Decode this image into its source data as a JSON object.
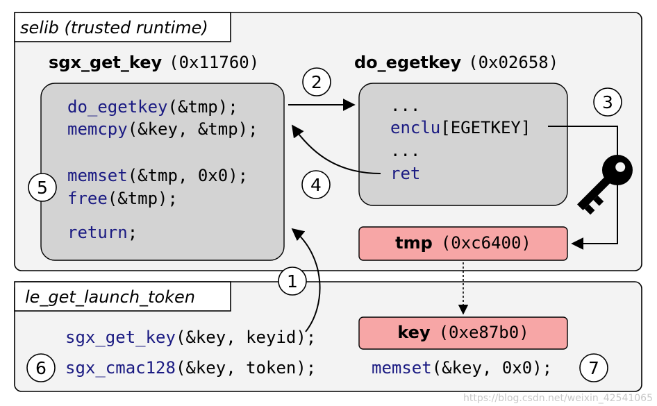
{
  "colors": {
    "panel_fill": "#f3f3f3",
    "box_fill": "#d3d3d3",
    "pink_fill": "#f7a6a6",
    "stroke": "#000000",
    "code_blue": "#1a1a82",
    "code_black": "#000000",
    "watermark": "#c8c8c8"
  },
  "top_panel": {
    "label": "selib (trusted runtime)"
  },
  "sgx_get_key": {
    "name": "sgx_get_key",
    "addr": "(0x11760)",
    "lines": [
      {
        "fn": "do_egetkey",
        "args": "(&tmp);"
      },
      {
        "fn": "memcpy",
        "args": "(&key, &tmp);"
      },
      {
        "fn": "memset",
        "args": "(&tmp, 0x0);"
      },
      {
        "fn": "free",
        "args": "(&tmp);"
      },
      {
        "fn": "return",
        "args": ";"
      }
    ]
  },
  "do_egetkey": {
    "name": "do_egetkey",
    "addr": "(0x02658)",
    "line1": "...",
    "line2_fn": "enclu",
    "line2_rest": "[EGETKEY]",
    "line3": "...",
    "line4": "ret"
  },
  "tmp_box": {
    "name": "tmp",
    "addr": "(0xc6400)"
  },
  "key_box": {
    "name": "key",
    "addr": "(0xe87b0)"
  },
  "bottom_panel": {
    "label": "le_get_launch_token",
    "line1_fn": "sgx_get_key",
    "line1_args": "(&key, keyid);",
    "line2_fn": "sgx_cmac128",
    "line2_args": "(&key, token);",
    "line3_fn": "memset",
    "line3_args": "(&key, 0x0);"
  },
  "steps": [
    "1",
    "2",
    "3",
    "4",
    "5",
    "6",
    "7"
  ],
  "icons": [
    "key-icon"
  ],
  "watermark": "https://blog.csdn.net/weixin_42541065"
}
